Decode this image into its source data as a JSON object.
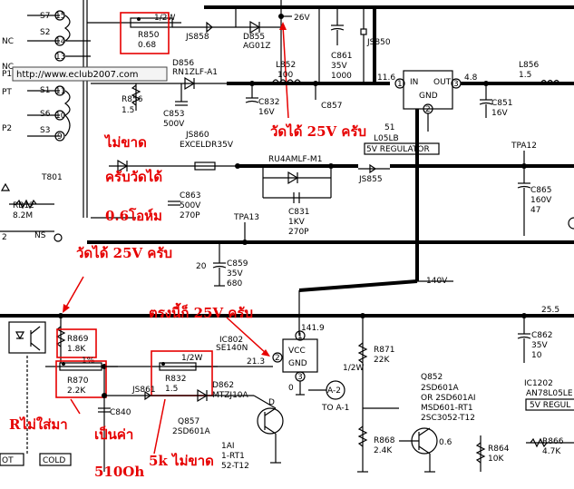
{
  "url": "http://www.eclub2007.com",
  "pins": {
    "s7": "S7",
    "s2": "S2",
    "s1": "S1",
    "s6": "S6",
    "s3": "S3",
    "nc1": "NC",
    "nc2": "NC",
    "p1": "P1",
    "pt": "PT",
    "p2": "P2"
  },
  "pin_numbers": {
    "n15": "15",
    "n14": "14",
    "n13": "13",
    "n11": "11",
    "n10": "10",
    "n9": "9"
  },
  "transformer": "T801",
  "components": {
    "r850": {
      "ref": "R850",
      "val": "0.68",
      "rating": "1/2W"
    },
    "js858": "JS858",
    "d855": {
      "ref": "D855",
      "part": "AG01Z"
    },
    "v26": "26V",
    "js850": "JS850",
    "c861": {
      "ref": "C861",
      "v": "35V",
      "val": "1000"
    },
    "d856": {
      "ref": "D856",
      "part": "RN1ZLF-A1"
    },
    "l852": {
      "ref": "L852",
      "val": "100"
    },
    "r856": {
      "ref": "R856",
      "val": "1.5"
    },
    "c853": {
      "ref": "C853",
      "v": "500V"
    },
    "c832": {
      "ref": "C832",
      "v": "16V"
    },
    "c857": "C857",
    "reg": {
      "in": "IN",
      "out": "OUT",
      "gnd": "GND",
      "p1": "1",
      "p2": "2",
      "p3": "3",
      "v_in": "11.6",
      "v_out": "4.8",
      "name": "L05LB",
      "title": "5V REGULATOR",
      "num": "51"
    },
    "c851": {
      "ref": "C851",
      "v": "16V"
    },
    "l856": {
      "ref": "L856",
      "val": "1.5"
    },
    "tpa12": "TPA12",
    "js860": {
      "ref": "JS860",
      "part": "EXCELDR35V"
    },
    "ru4": "RU4AMLF-M1",
    "js855": "JS855",
    "c831": {
      "ref": "C831",
      "v": "1KV",
      "val": "270P"
    },
    "c865": {
      "ref": "C865",
      "v": "160V",
      "val": "47"
    },
    "c863": {
      "ref": "C863",
      "v": "500V",
      "val": "270P"
    },
    "tpa13": "TPA13",
    "rb12": {
      "ref": "RB12",
      "val": "8.2M"
    },
    "ns": "NS",
    "c859": {
      "ref": "C859",
      "v": "35V",
      "val": "680",
      "pin": "20"
    },
    "v140": "140V",
    "r869": {
      "ref": "R869",
      "val": "1.8K"
    },
    "r870": {
      "ref": "R870",
      "val": "2.2K",
      "tol": "1%"
    },
    "ic802": {
      "ref": "IC802",
      "part": "SE140N",
      "vcc": "VCC",
      "gnd": "GND",
      "v": "141.9",
      "p1": "1",
      "p2": "2",
      "p3": "3",
      "v2": "21.3",
      "p0": "0"
    },
    "r871": {
      "ref": "R871",
      "val": "22K",
      "rating": "1/2W"
    },
    "a2": {
      "label": "A-2",
      "to": "TO A-1"
    },
    "c862": {
      "ref": "C862",
      "v": "35V",
      "val": "10"
    },
    "v255": "25.5",
    "ic1202": {
      "ref": "IC1202",
      "part": "AN78L05LE",
      "title": "5V REGUL"
    },
    "r832": {
      "ref": "R832",
      "val": "1.5",
      "rating": "1/2W"
    },
    "d862": {
      "ref": "D862",
      "part": "MTZJ10A"
    },
    "js861": "JS861",
    "c840": "C840",
    "q857": {
      "ref": "Q857",
      "part": "2SD601A",
      "l1": "1AI",
      "l2": "1-RT1",
      "l3": "52-T12"
    },
    "q852": {
      "ref": "Q852",
      "p1": "2SD601A",
      "p2": "OR 2SD601AI",
      "p3": "MSD601-RT1",
      "p4": "2SC3052-T12"
    },
    "r868": {
      "ref": "R868",
      "val": "2.4K"
    },
    "v06": "0.6",
    "r864": {
      "ref": "R864",
      "val": "10K"
    },
    "r866": {
      "ref": "R866",
      "val": "4.7K"
    },
    "n2": "2",
    "hot": "OT",
    "cold": "COLD"
  },
  "annotations": {
    "top_measure": "วัดได้ 25V ครับ",
    "not_open": "ไม่ขาด",
    "measured": "ครับวัดได้",
    "ohm": "0.6โอห์ม",
    "left_measure": "วัดได้ 25V ครับ",
    "here_25v": "ตรงนี้ก็ 25V ครับ",
    "r_not_fitted": "Rไม่ใส่มา",
    "value_is": "เป็นค่า",
    "ohm510": "510Oh",
    "k5": "5k ไม่ขาด"
  },
  "colors": {
    "annotation": "#e60000",
    "wire": "#000000"
  }
}
